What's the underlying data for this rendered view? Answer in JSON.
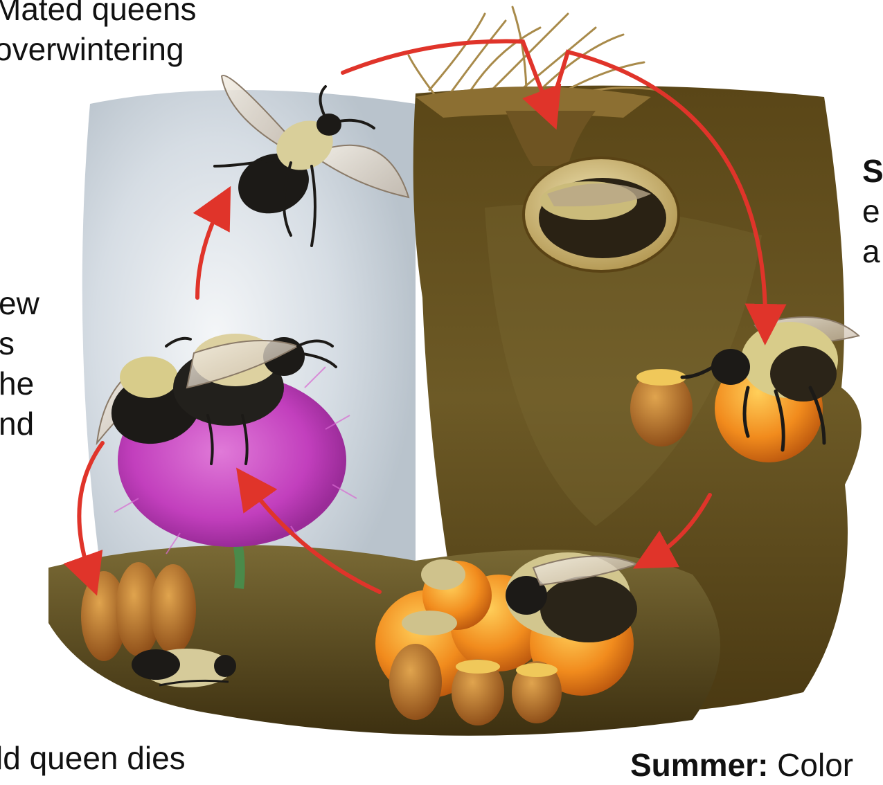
{
  "labels": {
    "top_left": [
      "Mated queens",
      "overwintering"
    ],
    "right_partial": {
      "bold": "S",
      "lines": [
        "e",
        "a"
      ]
    },
    "left_partial": [
      "ew",
      "s",
      "he",
      "nd"
    ],
    "bottom_left": "ld queen dies",
    "bottom_right": {
      "bold": "Summer:",
      "rest": "Color"
    }
  },
  "colors": {
    "arrow": "#e0342a",
    "soil_dark": "#4b3a12",
    "soil_mid": "#6b5520",
    "sky": "#c9d4de",
    "thistle": "#c43ec2",
    "comb": "#f08a1c"
  }
}
